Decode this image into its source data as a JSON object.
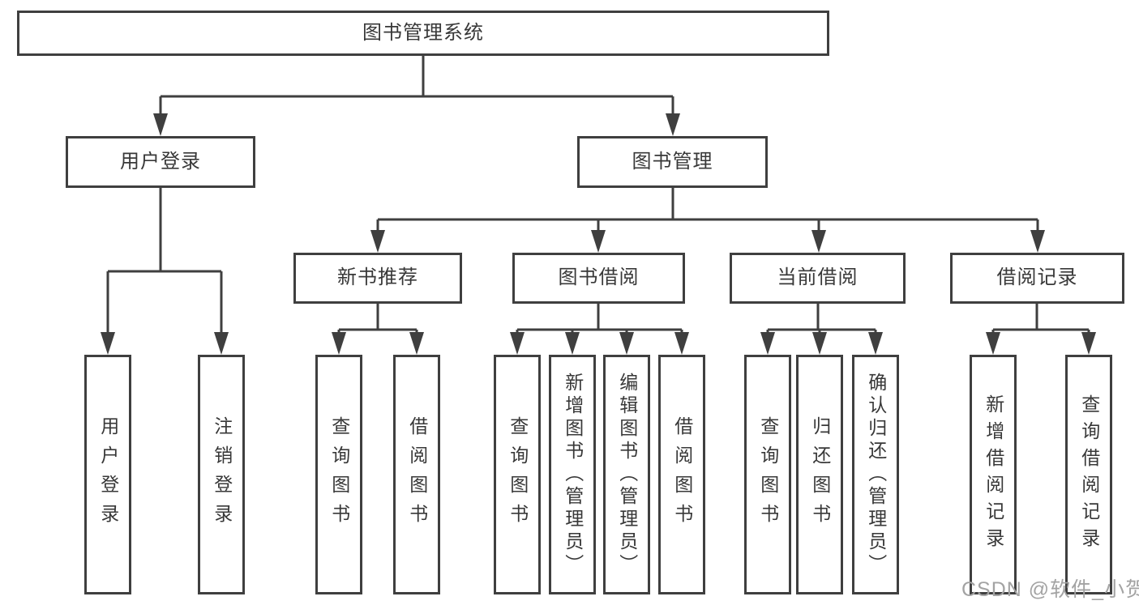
{
  "tree": {
    "label": "图书管理系统",
    "children": [
      {
        "label": "用户登录",
        "children": [
          {
            "label": "用户登录"
          },
          {
            "label": "注销登录"
          }
        ]
      },
      {
        "label": "图书管理",
        "children": [
          {
            "label": "新书推荐",
            "children": [
              {
                "label": "查询图书"
              },
              {
                "label": "借阅图书"
              }
            ]
          },
          {
            "label": "图书借阅",
            "children": [
              {
                "label": "查询图书"
              },
              {
                "label": "新增图书（管理员）"
              },
              {
                "label": "编辑图书（管理员）"
              },
              {
                "label": "借阅图书"
              }
            ]
          },
          {
            "label": "当前借阅",
            "children": [
              {
                "label": "查询图书"
              },
              {
                "label": "归还图书"
              },
              {
                "label": "确认归还（管理员）"
              }
            ]
          },
          {
            "label": "借阅记录",
            "children": [
              {
                "label": "新增借阅记录"
              },
              {
                "label": "查询借阅记录"
              }
            ]
          }
        ]
      }
    ]
  },
  "watermark": {
    "text": "CSDN @软件_小贺同学"
  },
  "colors": {
    "line": "#3f3f3f",
    "box_border": "#3f3f3f",
    "box_fill": "#ffffff",
    "text": "#383838",
    "watermark": "#a3a3a3",
    "background": "#ffffff"
  }
}
